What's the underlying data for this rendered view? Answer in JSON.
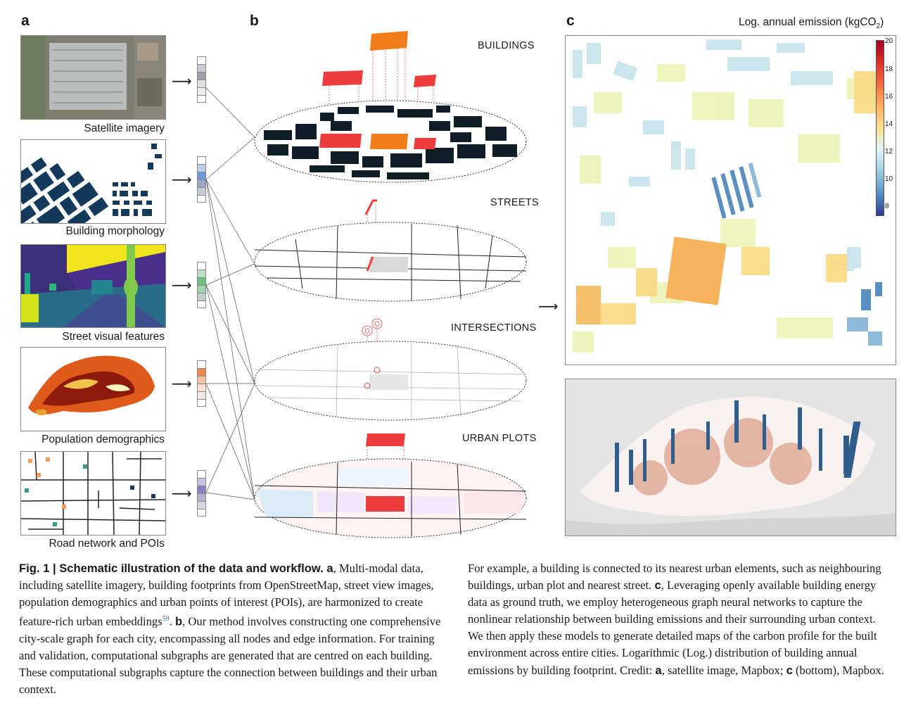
{
  "panels": {
    "a": "a",
    "b": "b",
    "c": "c"
  },
  "panel_a": {
    "captions": [
      "Satellite imagery",
      "Building morphology",
      "Street visual features",
      "Population demographics",
      "Road network and POIs"
    ],
    "vector_colors": [
      "#9aa0a6",
      "#6b9ad6",
      "#6cbf7e",
      "#f0874c",
      "#8a7fc0"
    ]
  },
  "panel_b": {
    "layers": [
      "BUILDINGS",
      "STREETS",
      "INTERSECTIONS",
      "URBAN PLOTS"
    ]
  },
  "panel_c": {
    "colorbar_title": "Log. annual emission (kgCO",
    "colorbar_sub": "2",
    "colorbar_title_end": ")",
    "ticks": [
      "20",
      "18",
      "16",
      "14",
      "12",
      "10",
      "8"
    ]
  },
  "caption": {
    "fig_label": "Fig. 1 | Schematic illustration of the data and workflow. a",
    "left_1": ", Multi-modal data, including satellite imagery, building footprints from OpenStreetMap, street view images, population demographics and urban points of interest (POIs), are harmonized to create feature-rich urban embeddings",
    "ref": "59",
    "left_2": ". ",
    "b_label": "b",
    "left_3": ", Our method involves constructing one comprehensive city-scale graph for each city, encompassing all nodes and edge information. For training and validation, computational subgraphs are generated that are centred on each building. These computational subgraphs capture the connection between buildings and their urban context.",
    "right_1": "For example, a building is connected to its nearest urban elements, such as neighbouring buildings, urban plot and nearest street. ",
    "c_label": "c",
    "right_2": ", Leveraging openly available building energy data as ground truth, we employ heterogeneous graph neural networks to capture the nonlinear relationship between building emissions and their surrounding urban context. We then apply these models to generate detailed maps of the carbon profile for the built environment across entire cities. Logarithmic (Log.) distribution of building annual emissions by building footprint. Credit: ",
    "credit_a": "a",
    "right_3": ", satellite image, Mapbox; ",
    "credit_c": "c",
    "right_4": " (bottom), Mapbox."
  }
}
